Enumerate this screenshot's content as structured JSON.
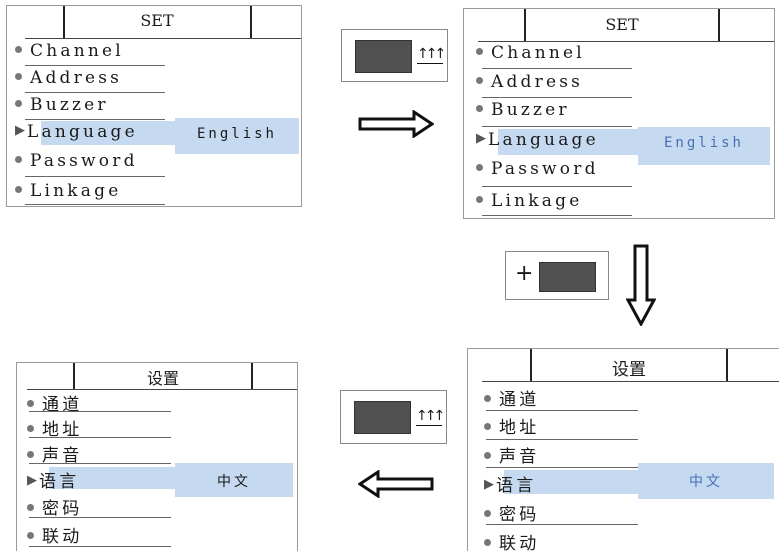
{
  "panels": {
    "tl": {
      "title": "SET",
      "items": [
        "Channel",
        "Address",
        "Buzzer",
        "Language",
        "Password",
        "Linkage"
      ],
      "value": "English"
    },
    "tr": {
      "title": "SET",
      "items": [
        "Channel",
        "Address",
        "Buzzer",
        "Language",
        "Password",
        "Linkage"
      ],
      "value": "English"
    },
    "bl": {
      "title": "设置",
      "items": [
        "通道",
        "地址",
        "声音",
        "语言",
        "密码",
        "联动"
      ],
      "value": "中文"
    },
    "br": {
      "title": "设置",
      "items": [
        "通道",
        "地址",
        "声音",
        "语言",
        "密码",
        "联动"
      ],
      "value": "中文"
    }
  },
  "keys": {
    "plus": "+",
    "up_arrows": "↑↑↑"
  },
  "colors": {
    "highlight": "#c5d9f0",
    "value_text_blue": "#4a6fb5",
    "key_block": "#505050"
  },
  "icons": {
    "bullet": "bullet-dot-icon",
    "selected": "right-triangle-icon",
    "arrow_right": "hollow-arrow-right-icon",
    "arrow_down": "hollow-arrow-down-icon",
    "arrow_left": "hollow-arrow-left-icon"
  }
}
